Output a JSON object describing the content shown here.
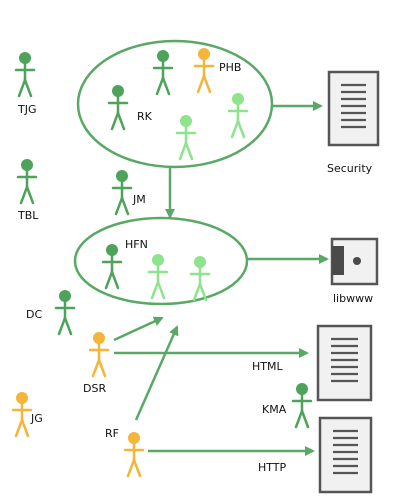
{
  "colors": {
    "line": "#5aa865",
    "person_green": "#4ea35a",
    "person_light": "#8de48d",
    "person_orange": "#f5b43a",
    "doc_fill": "#f1f1f1",
    "doc_stroke": "#555555"
  },
  "people": [
    {
      "id": "TJG",
      "label": "TJG",
      "color": "green"
    },
    {
      "id": "TBL",
      "label": "TBL",
      "color": "green"
    },
    {
      "id": "JM",
      "label": "JM",
      "color": "green"
    },
    {
      "id": "DC",
      "label": "DC",
      "color": "green"
    },
    {
      "id": "JG",
      "label": "JG",
      "color": "orange"
    },
    {
      "id": "RK",
      "label": "RK",
      "color": "green"
    },
    {
      "id": "PHB",
      "label": "PHB",
      "color": "orange"
    },
    {
      "id": "HFN",
      "label": "HFN",
      "color": "green"
    },
    {
      "id": "DSR",
      "label": "DSR",
      "color": "orange"
    },
    {
      "id": "RF",
      "label": "RF",
      "color": "orange"
    },
    {
      "id": "KMA",
      "label": "KMA",
      "color": "green"
    }
  ],
  "modules": [
    {
      "id": "security",
      "label": "Security",
      "icon": "document-icon"
    },
    {
      "id": "libwww",
      "label": "libwww",
      "icon": "hard-drive-icon"
    },
    {
      "id": "html",
      "label": "HTML",
      "icon": "document-icon"
    },
    {
      "id": "http",
      "label": "HTTP",
      "icon": "document-icon"
    }
  ]
}
